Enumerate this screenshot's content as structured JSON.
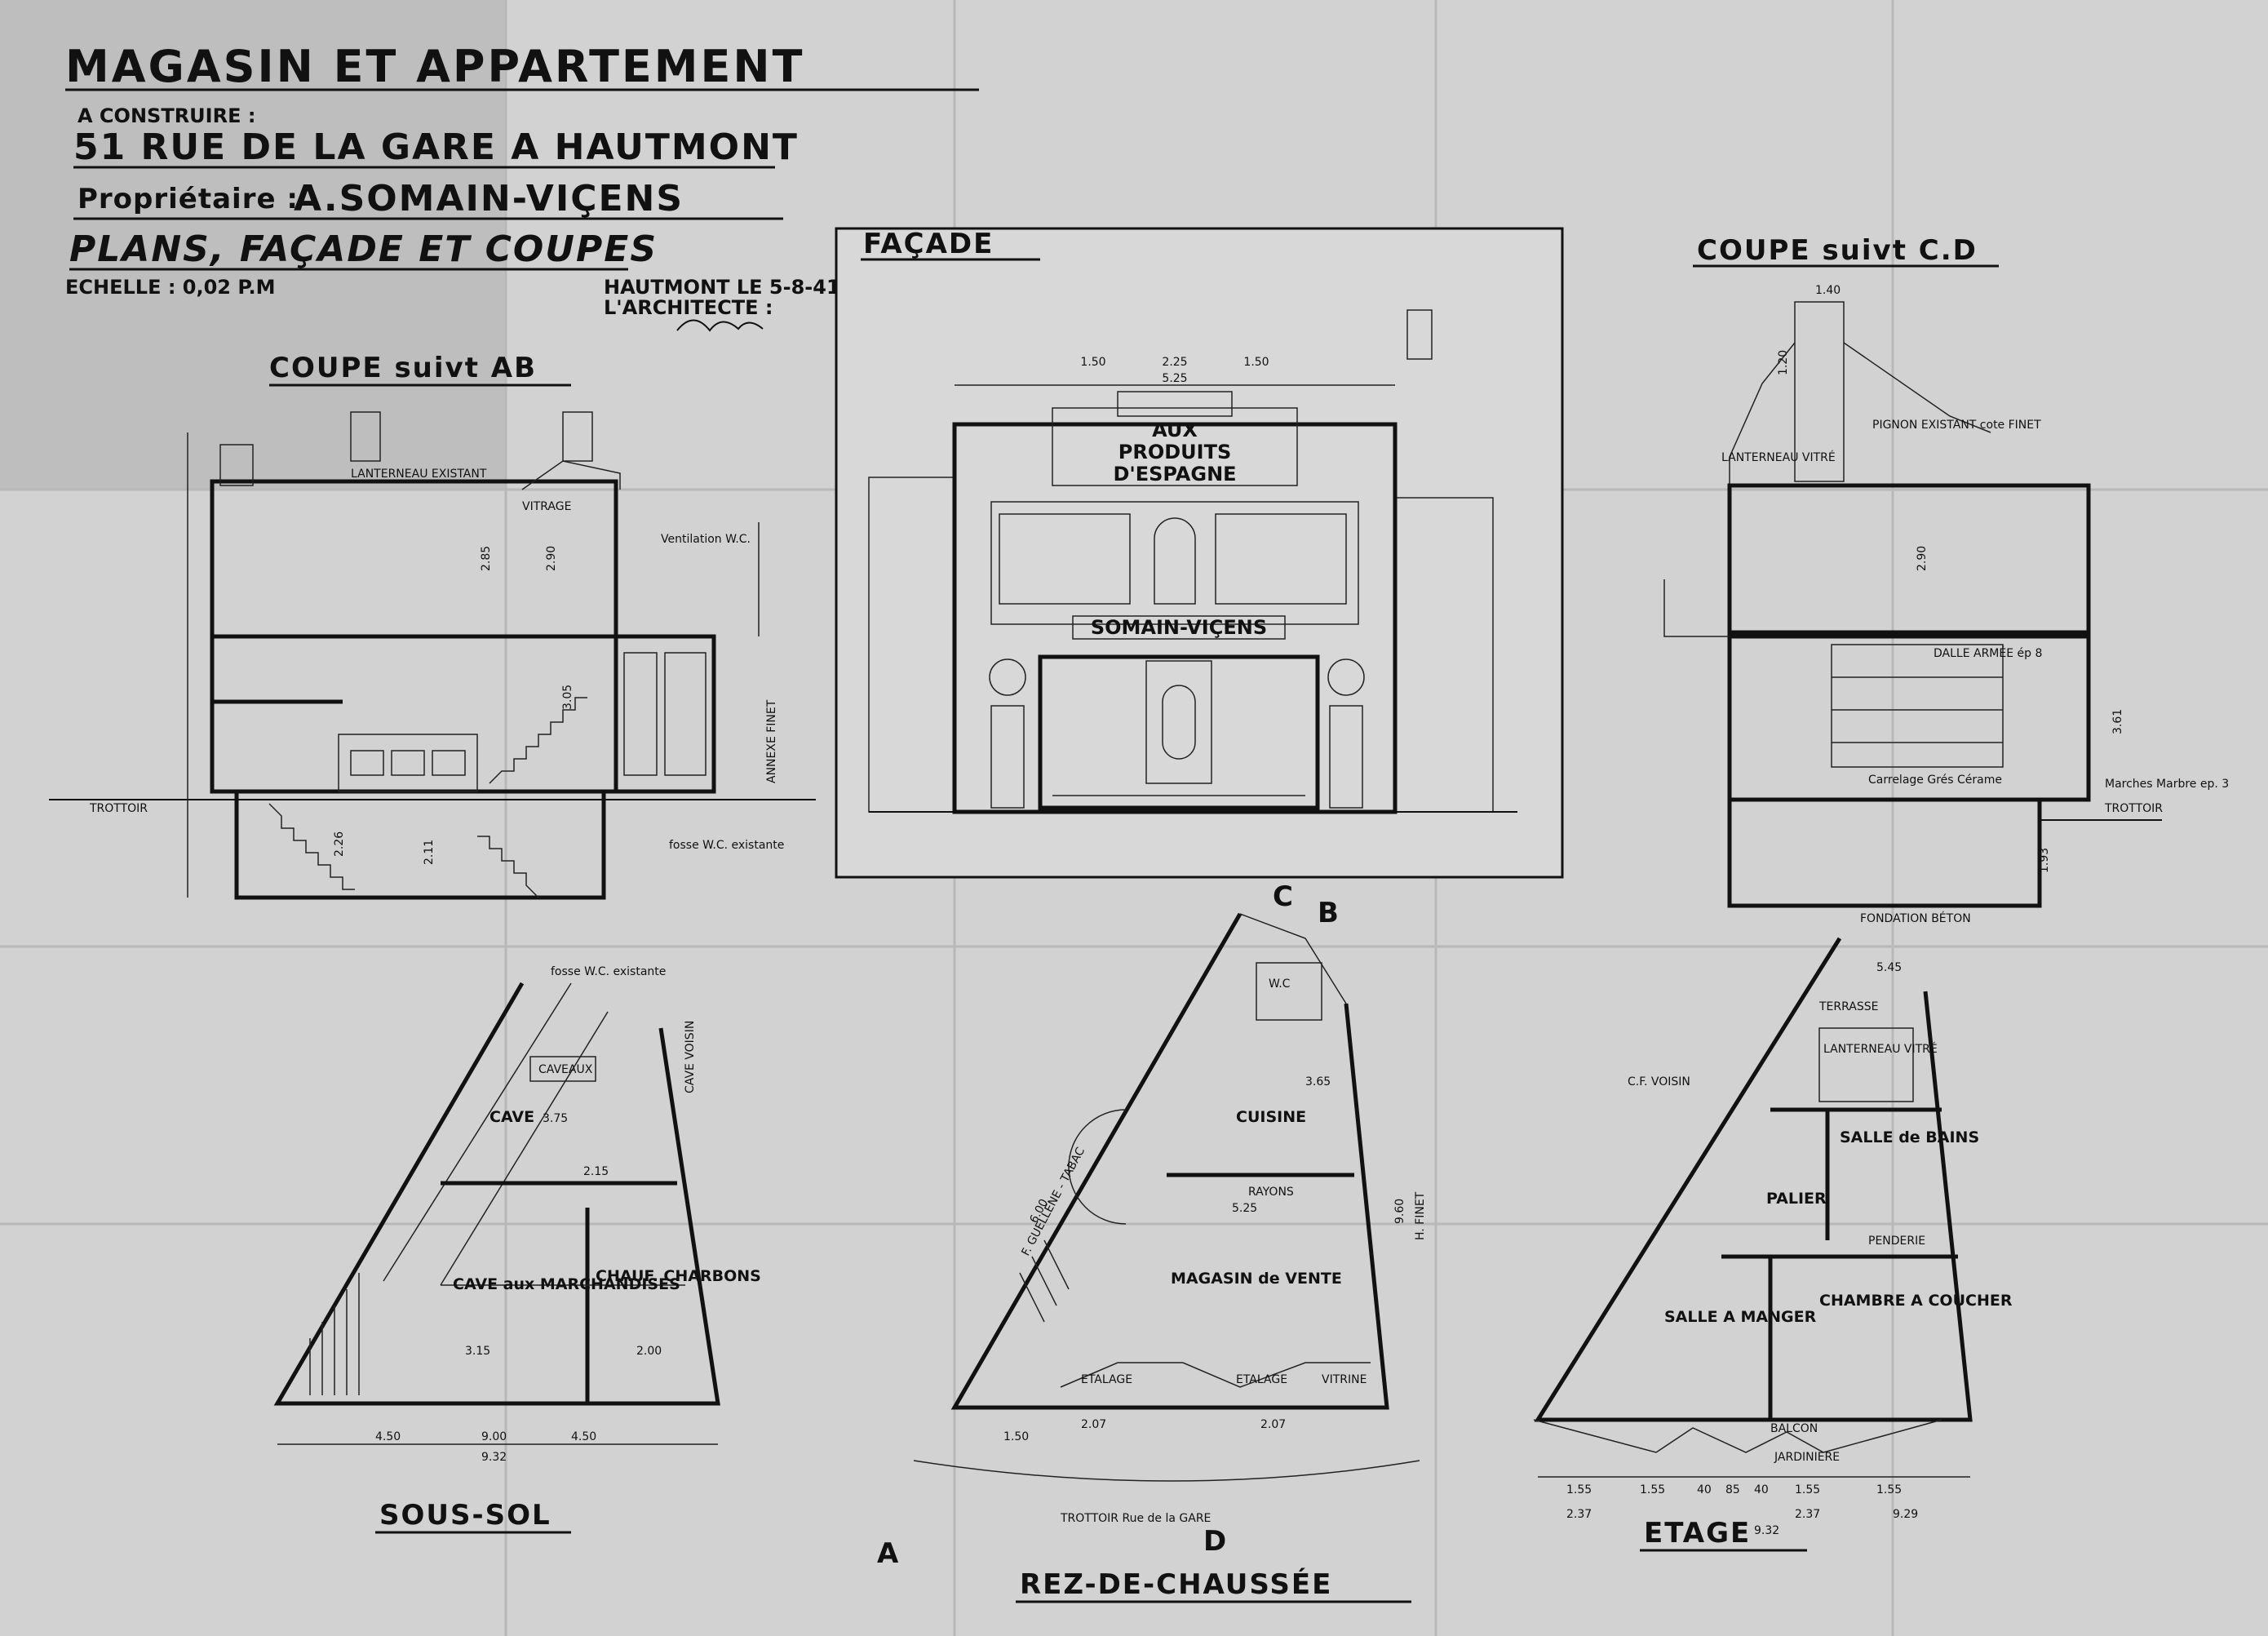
{
  "title_block": {
    "line1": "MAGASIN ET APPARTEMENT",
    "line2": "A CONSTRUIRE :",
    "line3": "51 RUE DE LA GARE A HAUTMONT",
    "owner_label": "Propriétaire :",
    "owner_name": "A.SOMAIN-VIÇENS",
    "line5": "PLANS, FAÇADE ET COUPES",
    "scale": "ECHELLE : 0,02 P.M",
    "date": "HAUTMONT LE 5-8-41",
    "architect": "L'ARCHITECTE :"
  },
  "views": {
    "coupe_ab": "COUPE suivt AB",
    "facade": "FAÇADE",
    "coupe_cd": "COUPE suivt C.D",
    "sous_sol": "SOUS-SOL",
    "rdc": "REZ-DE-CHAUSSÉE",
    "etage": "ETAGE"
  },
  "facade": {
    "sign_top": "AUX",
    "sign_mid": "PRODUITS",
    "sign_bottom": "D'ESPAGNE",
    "name_band": "SOMAIN-VIÇENS",
    "dim_total": "5.25",
    "dim_a": "1.50",
    "dim_b": "2.25",
    "dim_c": "1.50"
  },
  "coupe_ab": {
    "lanterneau": "LANTERNEAU EXISTANT",
    "vitrage": "VITRAGE",
    "ventilation": "Ventilation W.C.",
    "trottoir": "TROTTOIR",
    "annexe": "ANNEXE FINET",
    "fosse": "fosse W.C. existante",
    "dims": [
      "2.90",
      "2.85",
      "3.05",
      "2.26",
      "2.11"
    ]
  },
  "coupe_cd": {
    "lanterneau": "LANTERNEAU VITRÉ",
    "pignon": "PIGNON EXISTANT cote FINET",
    "dalle": "DALLE ARMÉE ép 8",
    "carrelage": "Carrelage Grés Cérame",
    "trottoir": "TROTTOIR",
    "marches": "Marches Marbre ep. 3",
    "fondation": "FONDATION BÉTON",
    "dims": [
      "1.40",
      "1.20",
      "2.90",
      "3.61",
      "1.93"
    ]
  },
  "sous_sol": {
    "rooms": [
      "CAVE",
      "CAVE aux MARCHANDISES",
      "CHAUF. CHARBONS",
      "CAVEAUX"
    ],
    "fosse": "fosse W.C. existante",
    "cave_voisin": "CAVE VOISIN",
    "dims": [
      "4.50",
      "9.00",
      "9.32",
      "4.50",
      "3.15",
      "2.00",
      "2.15",
      "3.75"
    ]
  },
  "rdc": {
    "rooms": [
      "CUISINE",
      "MAGASIN de VENTE",
      "W.C",
      "ETALAGE",
      "ETALAGE",
      "VITRINE"
    ],
    "left_label": "F. GUELLENE - TABAC",
    "right_label": "H. FINET",
    "trottoir": "TROTTOIR Rue de la GARE",
    "rayons": "RAYONS",
    "marker_a": "A",
    "marker_b": "B",
    "marker_c": "C",
    "marker_d": "D",
    "dims": [
      "6.00",
      "9.60",
      "2.07",
      "2.07",
      "1.50",
      "3.65",
      "5.25"
    ]
  },
  "etage": {
    "rooms": [
      "TERRASSE",
      "LANTERNEAU VITRÉ",
      "SALLE de BAINS",
      "PALIER",
      "SALLE A MANGER",
      "CHAMBRE A COUCHER",
      "BALCON",
      "PENDERIE"
    ],
    "jardiniere": "JARDINIERE",
    "cf_voisin": "C.F. VOISIN",
    "dims": [
      "1.55",
      "1.55",
      "40",
      "85",
      "40",
      "1.55",
      "1.55",
      "2.37",
      "2.37",
      "9.29",
      "9.32",
      "5.45"
    ]
  }
}
